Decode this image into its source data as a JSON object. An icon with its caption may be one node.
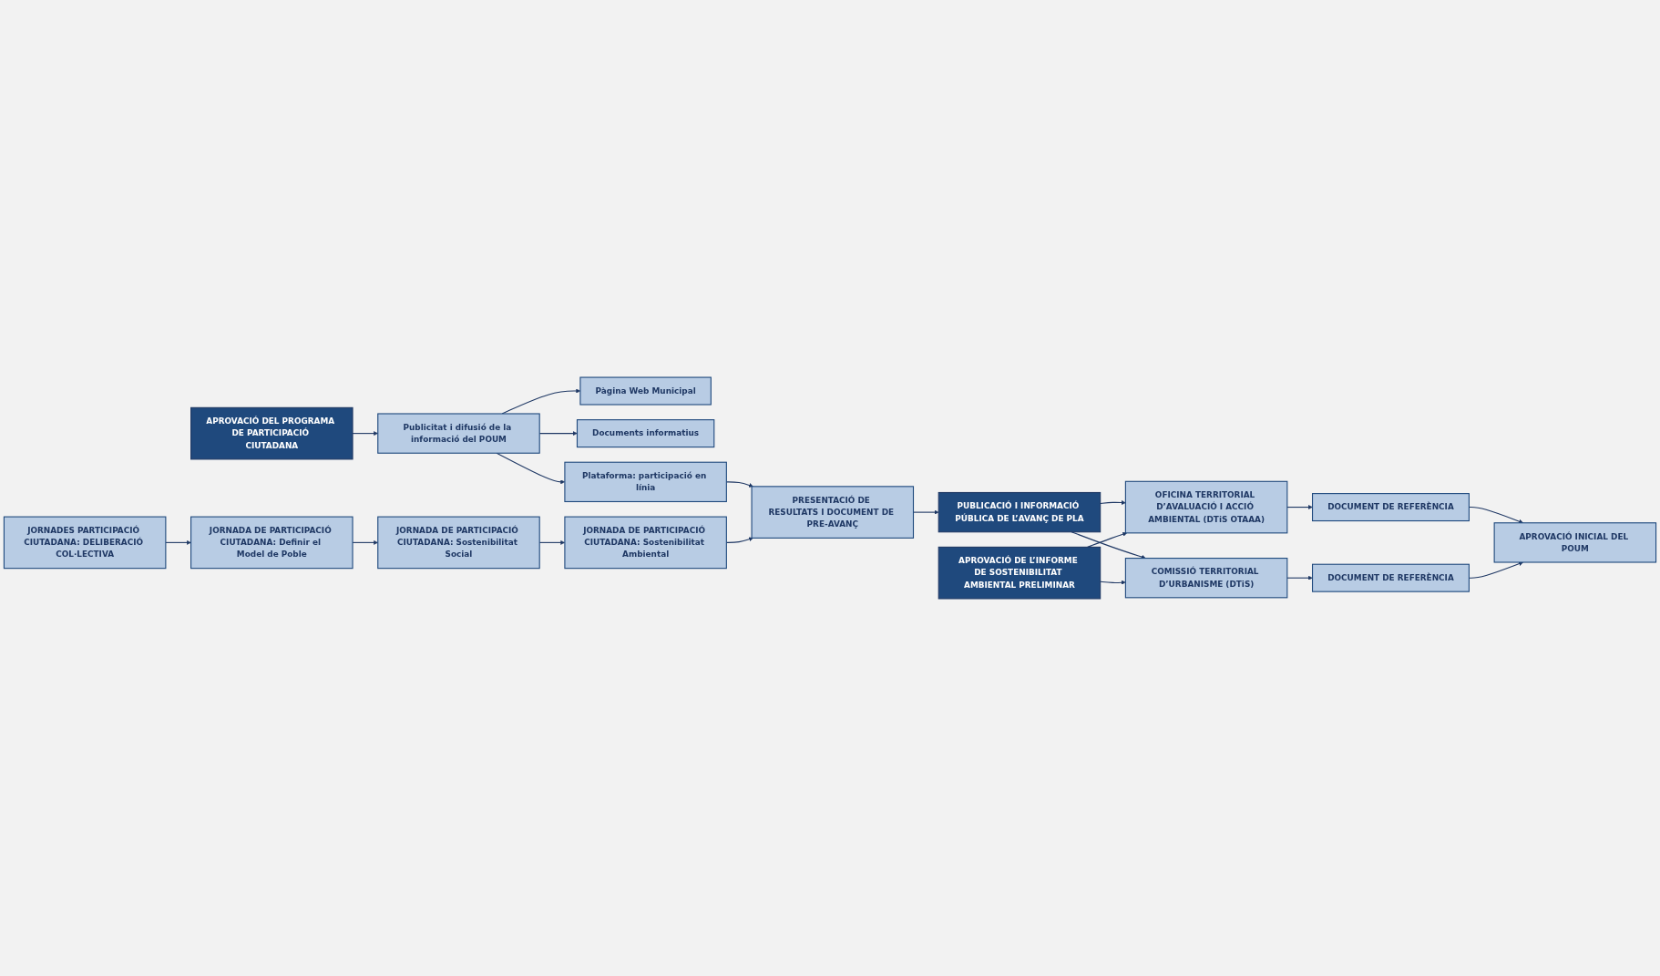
{
  "diagram": {
    "nodes": [
      {
        "text": [
          "APROVACIÓ DEL PROGRAMA DE PARTICIPACIÓ CIUTADANA"
        ]
      },
      {
        "text": [
          "Publicitat i difusió de la informació del POUM"
        ]
      },
      {
        "text": [
          "JORNADES PARTICIPACIÓ CIUTADANA: DELIBERACIÓ COL·LECTIVA"
        ]
      },
      {
        "text": [
          "Pàgina Web Municipal"
        ]
      },
      {
        "text": [
          "Documents informatius"
        ]
      },
      {
        "text": [
          "Plataforma: participació en línia"
        ]
      },
      {
        "text": [
          "JORNADA DE PARTICIPACIÓ CIUTADANA: Definir el Model de Poble"
        ]
      },
      {
        "text": [
          "JORNADA DE PARTICIPACIÓ CIUTADANA: Sostenibilitat Social"
        ]
      },
      {
        "text": [
          "PRESENTACIÓ DE RESULTATS I DOCUMENT DE PRE-AVANÇ"
        ]
      },
      {
        "text": [
          "JORNADA DE PARTICIPACIÓ CIUTADANA: Sostenibilitat Ambiental"
        ]
      },
      {
        "text": [
          "PUBLICACIÓ I INFORMACIÓ PÚBLICA DE L’AVANÇ DE PLA"
        ]
      },
      {
        "text": [
          "OFICINA TERRITORIAL D’AVALUACIÓ I ACCIÓ AMBIENTAL (DTiS OTAAA)"
        ]
      },
      {
        "text": [
          "DOCUMENT DE REFERÈNCIA"
        ]
      },
      {
        "text": [
          "APROVACIÓ DE L’INFORME DE SOSTENIBILITAT AMBIENTAL PRELIMINAR"
        ]
      },
      {
        "text": [
          "COMISSIÓ TERRITORIAL D’URBANISME (DTiS)"
        ]
      },
      {
        "text": [
          "DOCUMENT DE REFERÈNCIA"
        ]
      },
      {
        "text": [
          "APROVACIÓ INICIAL DEL POUM"
        ]
      }
    ],
    "edges": [
      {
        "from": 0,
        "to": 1,
        "arrow": "to"
      },
      {
        "from": 1,
        "to": 3,
        "arrow": "to"
      },
      {
        "from": 1,
        "to": 4,
        "arrow": "to"
      },
      {
        "from": 1,
        "to": 5,
        "arrow": "to"
      },
      {
        "from": 2,
        "to": 6,
        "arrow": "to"
      },
      {
        "from": 6,
        "to": 7,
        "arrow": "to"
      },
      {
        "from": 7,
        "to": 9,
        "arrow": "to"
      },
      {
        "from": 5,
        "to": 8,
        "arrow": "to"
      },
      {
        "from": 9,
        "to": 8,
        "arrow": "to"
      },
      {
        "from": 8,
        "to": 10,
        "arrow": "to"
      },
      {
        "from": 10,
        "to": 11,
        "arrow": "to"
      },
      {
        "from": 10,
        "to": 14,
        "arrow": "to"
      },
      {
        "from": 13,
        "to": 11,
        "arrow": "to"
      },
      {
        "from": 13,
        "to": 14,
        "arrow": "to"
      },
      {
        "from": 11,
        "to": 12,
        "arrow": "to"
      },
      {
        "from": 14,
        "to": 15,
        "arrow": "to"
      },
      {
        "from": 12,
        "to": 16,
        "arrow": "to"
      },
      {
        "from": 15,
        "to": 16,
        "arrow": "to"
      }
    ]
  }
}
